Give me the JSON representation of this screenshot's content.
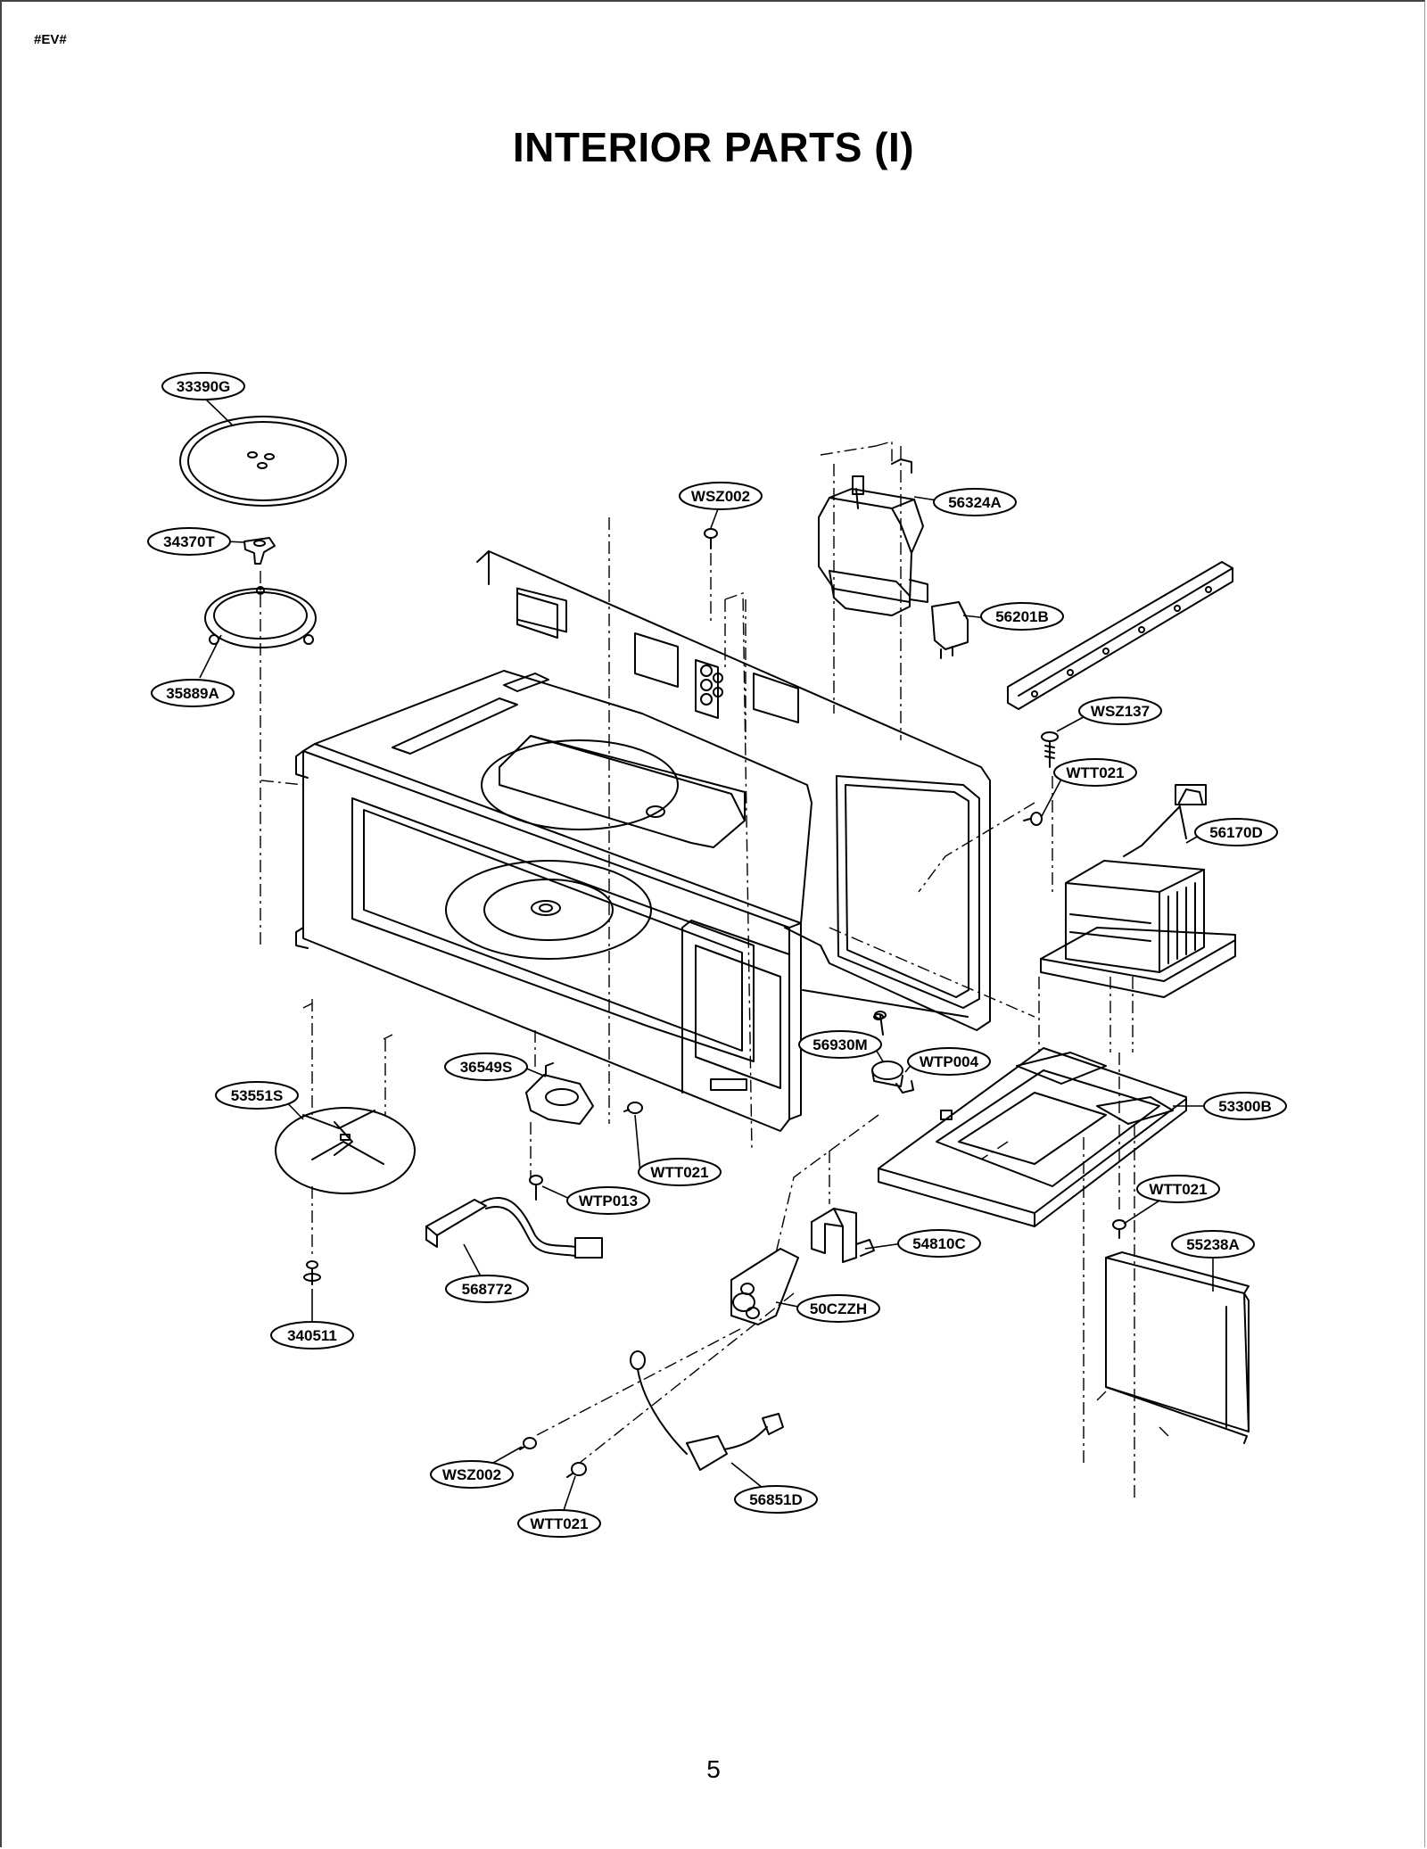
{
  "document_code": "#EV#",
  "title": "INTERIOR PARTS (I)",
  "page_number": "5",
  "part_labels": [
    {
      "id": "33390G"
    },
    {
      "id": "34370T"
    },
    {
      "id": "35889A"
    },
    {
      "id": "WSZ002"
    },
    {
      "id": "56324A"
    },
    {
      "id": "56201B"
    },
    {
      "id": "WSZ137"
    },
    {
      "id": "WTT021"
    },
    {
      "id": "56170D"
    },
    {
      "id": "36549S"
    },
    {
      "id": "56930M"
    },
    {
      "id": "WTP004"
    },
    {
      "id": "53551S"
    },
    {
      "id": "WTT021"
    },
    {
      "id": "53300B"
    },
    {
      "id": "WTP013"
    },
    {
      "id": "WTT021"
    },
    {
      "id": "568772"
    },
    {
      "id": "54810C"
    },
    {
      "id": "55238A"
    },
    {
      "id": "50CZZH"
    },
    {
      "id": "340511"
    },
    {
      "id": "WSZ002"
    },
    {
      "id": "56851D"
    },
    {
      "id": "WTT021"
    }
  ]
}
